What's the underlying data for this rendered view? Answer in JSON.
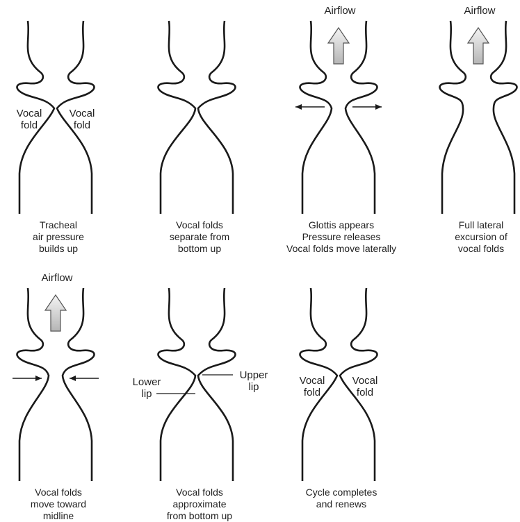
{
  "panels": [
    {
      "id": "tracheal-pressure",
      "caption": [
        "Tracheal",
        "air pressure",
        "builds up"
      ],
      "labels": {
        "left": [
          "Vocal",
          "fold"
        ],
        "right": [
          "Vocal",
          "fold"
        ]
      },
      "shape": "closed",
      "airflow": null,
      "arrows": null
    },
    {
      "id": "separate-bottom-up",
      "caption": [
        "Vocal folds",
        "separate from",
        "bottom up"
      ],
      "labels": null,
      "shape": "separating",
      "airflow": null,
      "arrows": null
    },
    {
      "id": "glottis-appears",
      "caption": [
        "Glottis appears",
        "Pressure releases",
        "Vocal folds move laterally"
      ],
      "labels": null,
      "shape": "opening",
      "airflow": "Airflow",
      "arrows": "outward"
    },
    {
      "id": "full-excursion",
      "caption": [
        "Full lateral",
        "excursion of",
        "vocal folds"
      ],
      "labels": null,
      "shape": "open",
      "airflow": "Airflow",
      "arrows": null
    },
    {
      "id": "move-toward-midline",
      "caption": [
        "Vocal folds",
        "move toward",
        "midline"
      ],
      "labels": null,
      "shape": "opening",
      "airflow": "Airflow",
      "arrows": "inward"
    },
    {
      "id": "approximate-bottom-up",
      "caption": [
        "Vocal folds",
        "approximate",
        "from bottom up"
      ],
      "labels": {
        "upper_lip": [
          "Upper",
          "lip"
        ],
        "lower_lip": [
          "Lower",
          "lip"
        ]
      },
      "shape": "separating",
      "airflow": null,
      "arrows": null
    },
    {
      "id": "cycle-renews",
      "caption": [
        "Cycle completes",
        "and renews"
      ],
      "labels": {
        "left": [
          "Vocal",
          "fold"
        ],
        "right": [
          "Vocal",
          "fold"
        ]
      },
      "shape": "closed",
      "airflow": null,
      "arrows": null
    }
  ],
  "colors": {
    "line": "#1a1a1a",
    "text": "#222222",
    "arrow_fill_top": "#f2f2f2",
    "arrow_fill_bottom": "#b9b9b9"
  }
}
